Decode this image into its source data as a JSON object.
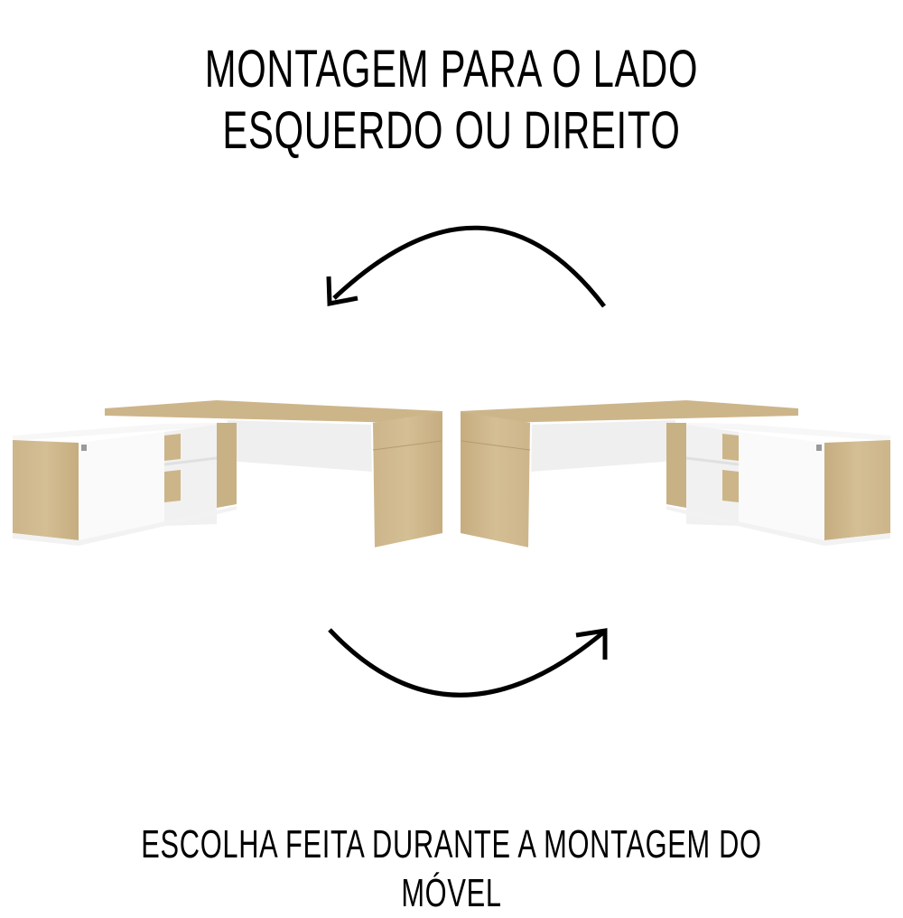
{
  "header": {
    "title_line1": "MONTAGEM PARA O LADO",
    "title_line2": "ESQUERDO OU DIREITO"
  },
  "illustration": {
    "left_desk": "L-shaped desk, return cabinet on left",
    "right_desk": "L-shaped desk, return cabinet on right",
    "top_arrow": "arrow-curved-left-icon",
    "bottom_arrow": "arrow-curved-right-icon",
    "colors": {
      "wood": "#CDB58A",
      "wood_dark": "#BFA677",
      "white_panel": "#F4F4F4",
      "arrow": "#000000"
    }
  },
  "footer": {
    "caption": "ESCOLHA FEITA DURANTE A MONTAGEM DO MÓVEL"
  }
}
